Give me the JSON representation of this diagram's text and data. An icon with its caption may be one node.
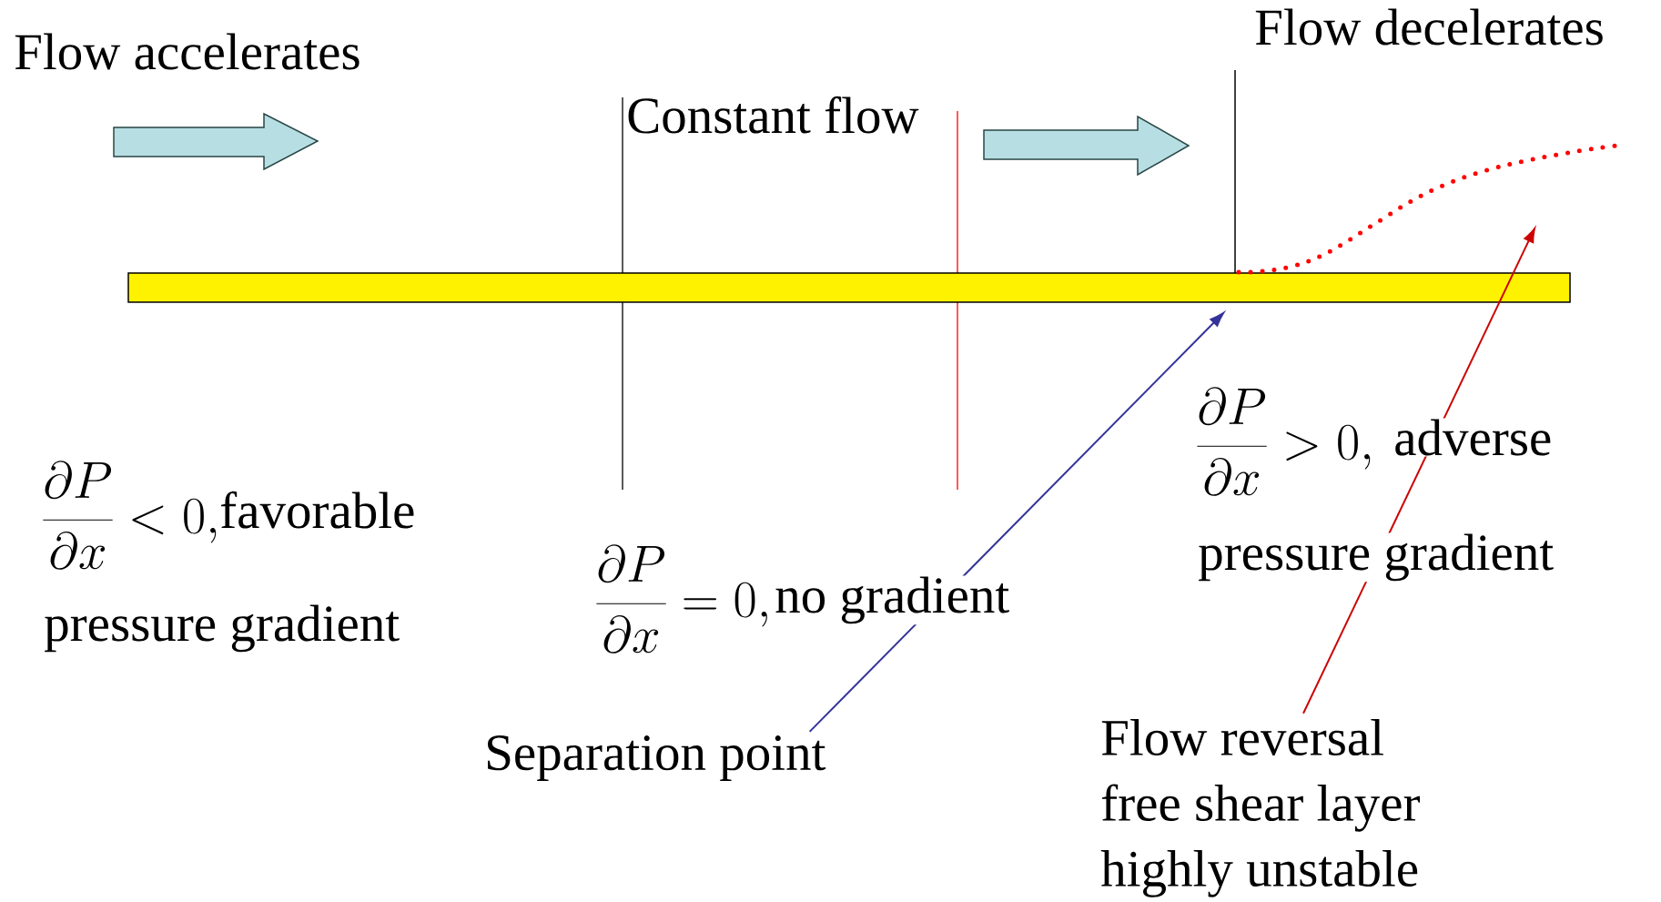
{
  "diagram": {
    "nodes": [
      {
        "text": [],
        "shape": "bar"
      },
      {
        "text": [
          "Separation point"
        ]
      },
      {
        "text": [
          "Flow reversal",
          "free shear layer",
          "highly unstable"
        ]
      }
    ],
    "edges": [
      {
        "from": 1,
        "to": 0,
        "arrow": "to",
        "color": "#333399"
      },
      {
        "from": 2,
        "to": null,
        "arrow": "to",
        "color": "#cc0000"
      }
    ],
    "labels": [
      "Flow accelerates",
      "Constant flow",
      "Flow decelerates",
      "\\frac{\\partial P}{\\partial x} < 0,",
      "favorable",
      "pressure gradient",
      "\\frac{\\partial P}{\\partial x} = 0,",
      "no gradient",
      "\\frac{\\partial P}{\\partial x} > 0,",
      "adverse",
      "pressure gradient"
    ]
  }
}
